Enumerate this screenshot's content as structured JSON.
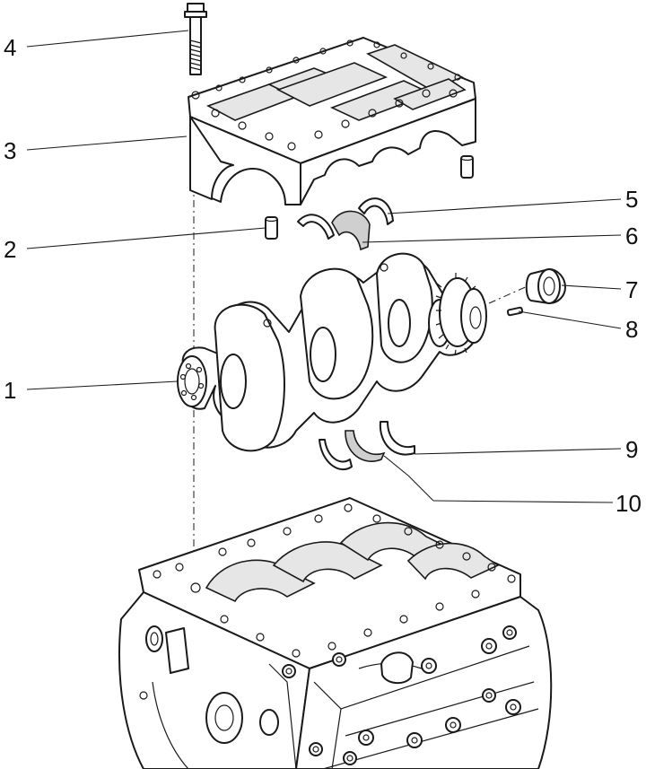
{
  "callouts": {
    "c1": "1",
    "c2": "2",
    "c3": "3",
    "c4": "4",
    "c5": "5",
    "c6": "6",
    "c7": "7",
    "c8": "8",
    "c9": "9",
    "c10": "10"
  },
  "colors": {
    "line": "#1a1a1a",
    "bearing_shell": "#cfcfcf",
    "fill": "#ffffff",
    "shade": "#e6e6e6"
  }
}
